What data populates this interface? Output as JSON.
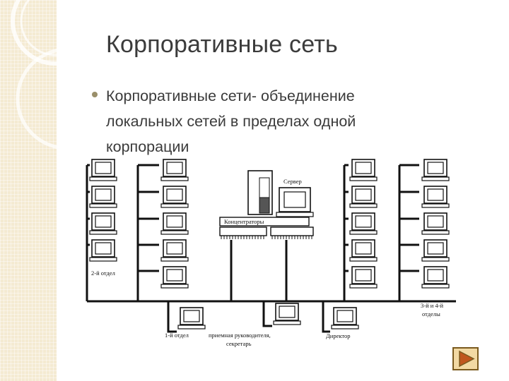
{
  "slide": {
    "title": "Корпоративные сеть",
    "bullet": "Корпоративные сети- объединение локальных сетей в пределах одной корпорации"
  },
  "diagram": {
    "labels": {
      "server": "Сервер",
      "hubs": "Концентраторы",
      "dept2": "2-й отдел",
      "dept1": "1-й отдел",
      "reception_line1": "приемная руководителя,",
      "reception_line2": "секретарь",
      "director": "Директор",
      "dept34_line1": "3-й и 4-й",
      "dept34_line2": "отделы"
    }
  },
  "controls": {
    "next_icon": "play-triangle-icon",
    "colors": {
      "fill": "#f2d9a3",
      "border": "#7a5a1e",
      "triangle": "#c0561d"
    }
  }
}
